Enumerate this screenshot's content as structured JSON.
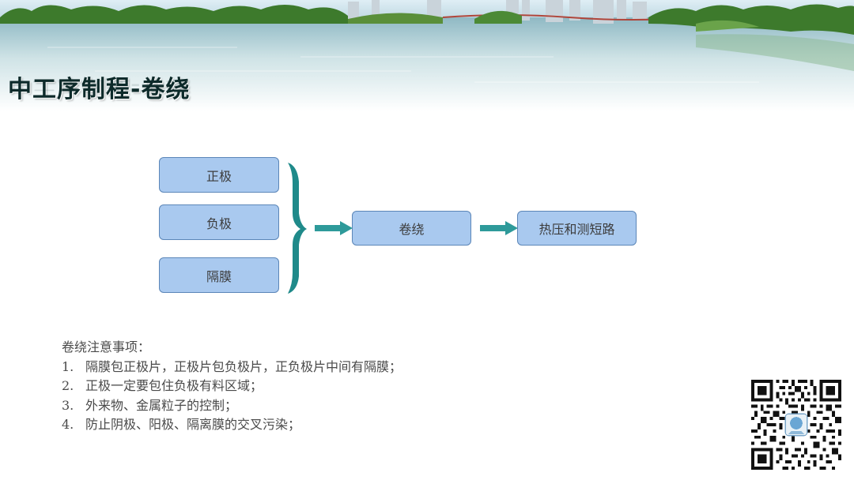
{
  "title": "中工序制程-卷绕",
  "flow": {
    "inputs": [
      "正极",
      "负极",
      "隔膜"
    ],
    "process": "卷绕",
    "next": "热压和测短路"
  },
  "notes": {
    "heading": "卷绕注意事项：",
    "items": [
      {
        "num": "1.",
        "text": "隔膜包正极片，正极片包负极片，正负极片中间有隔膜；"
      },
      {
        "num": "2.",
        "text": "正极一定要包住负极有料区域；"
      },
      {
        "num": "3.",
        "text": "外来物、金属粒子的控制；"
      },
      {
        "num": "4.",
        "text": "防止阴极、阳极、隔离膜的交叉污染；"
      }
    ]
  },
  "colors": {
    "box_fill": "#a9c9ef",
    "box_border": "#5b86b8",
    "arrow": "#2e9a9a",
    "brace": "#1f8a8a"
  },
  "icons": [
    "qr-code-icon"
  ]
}
